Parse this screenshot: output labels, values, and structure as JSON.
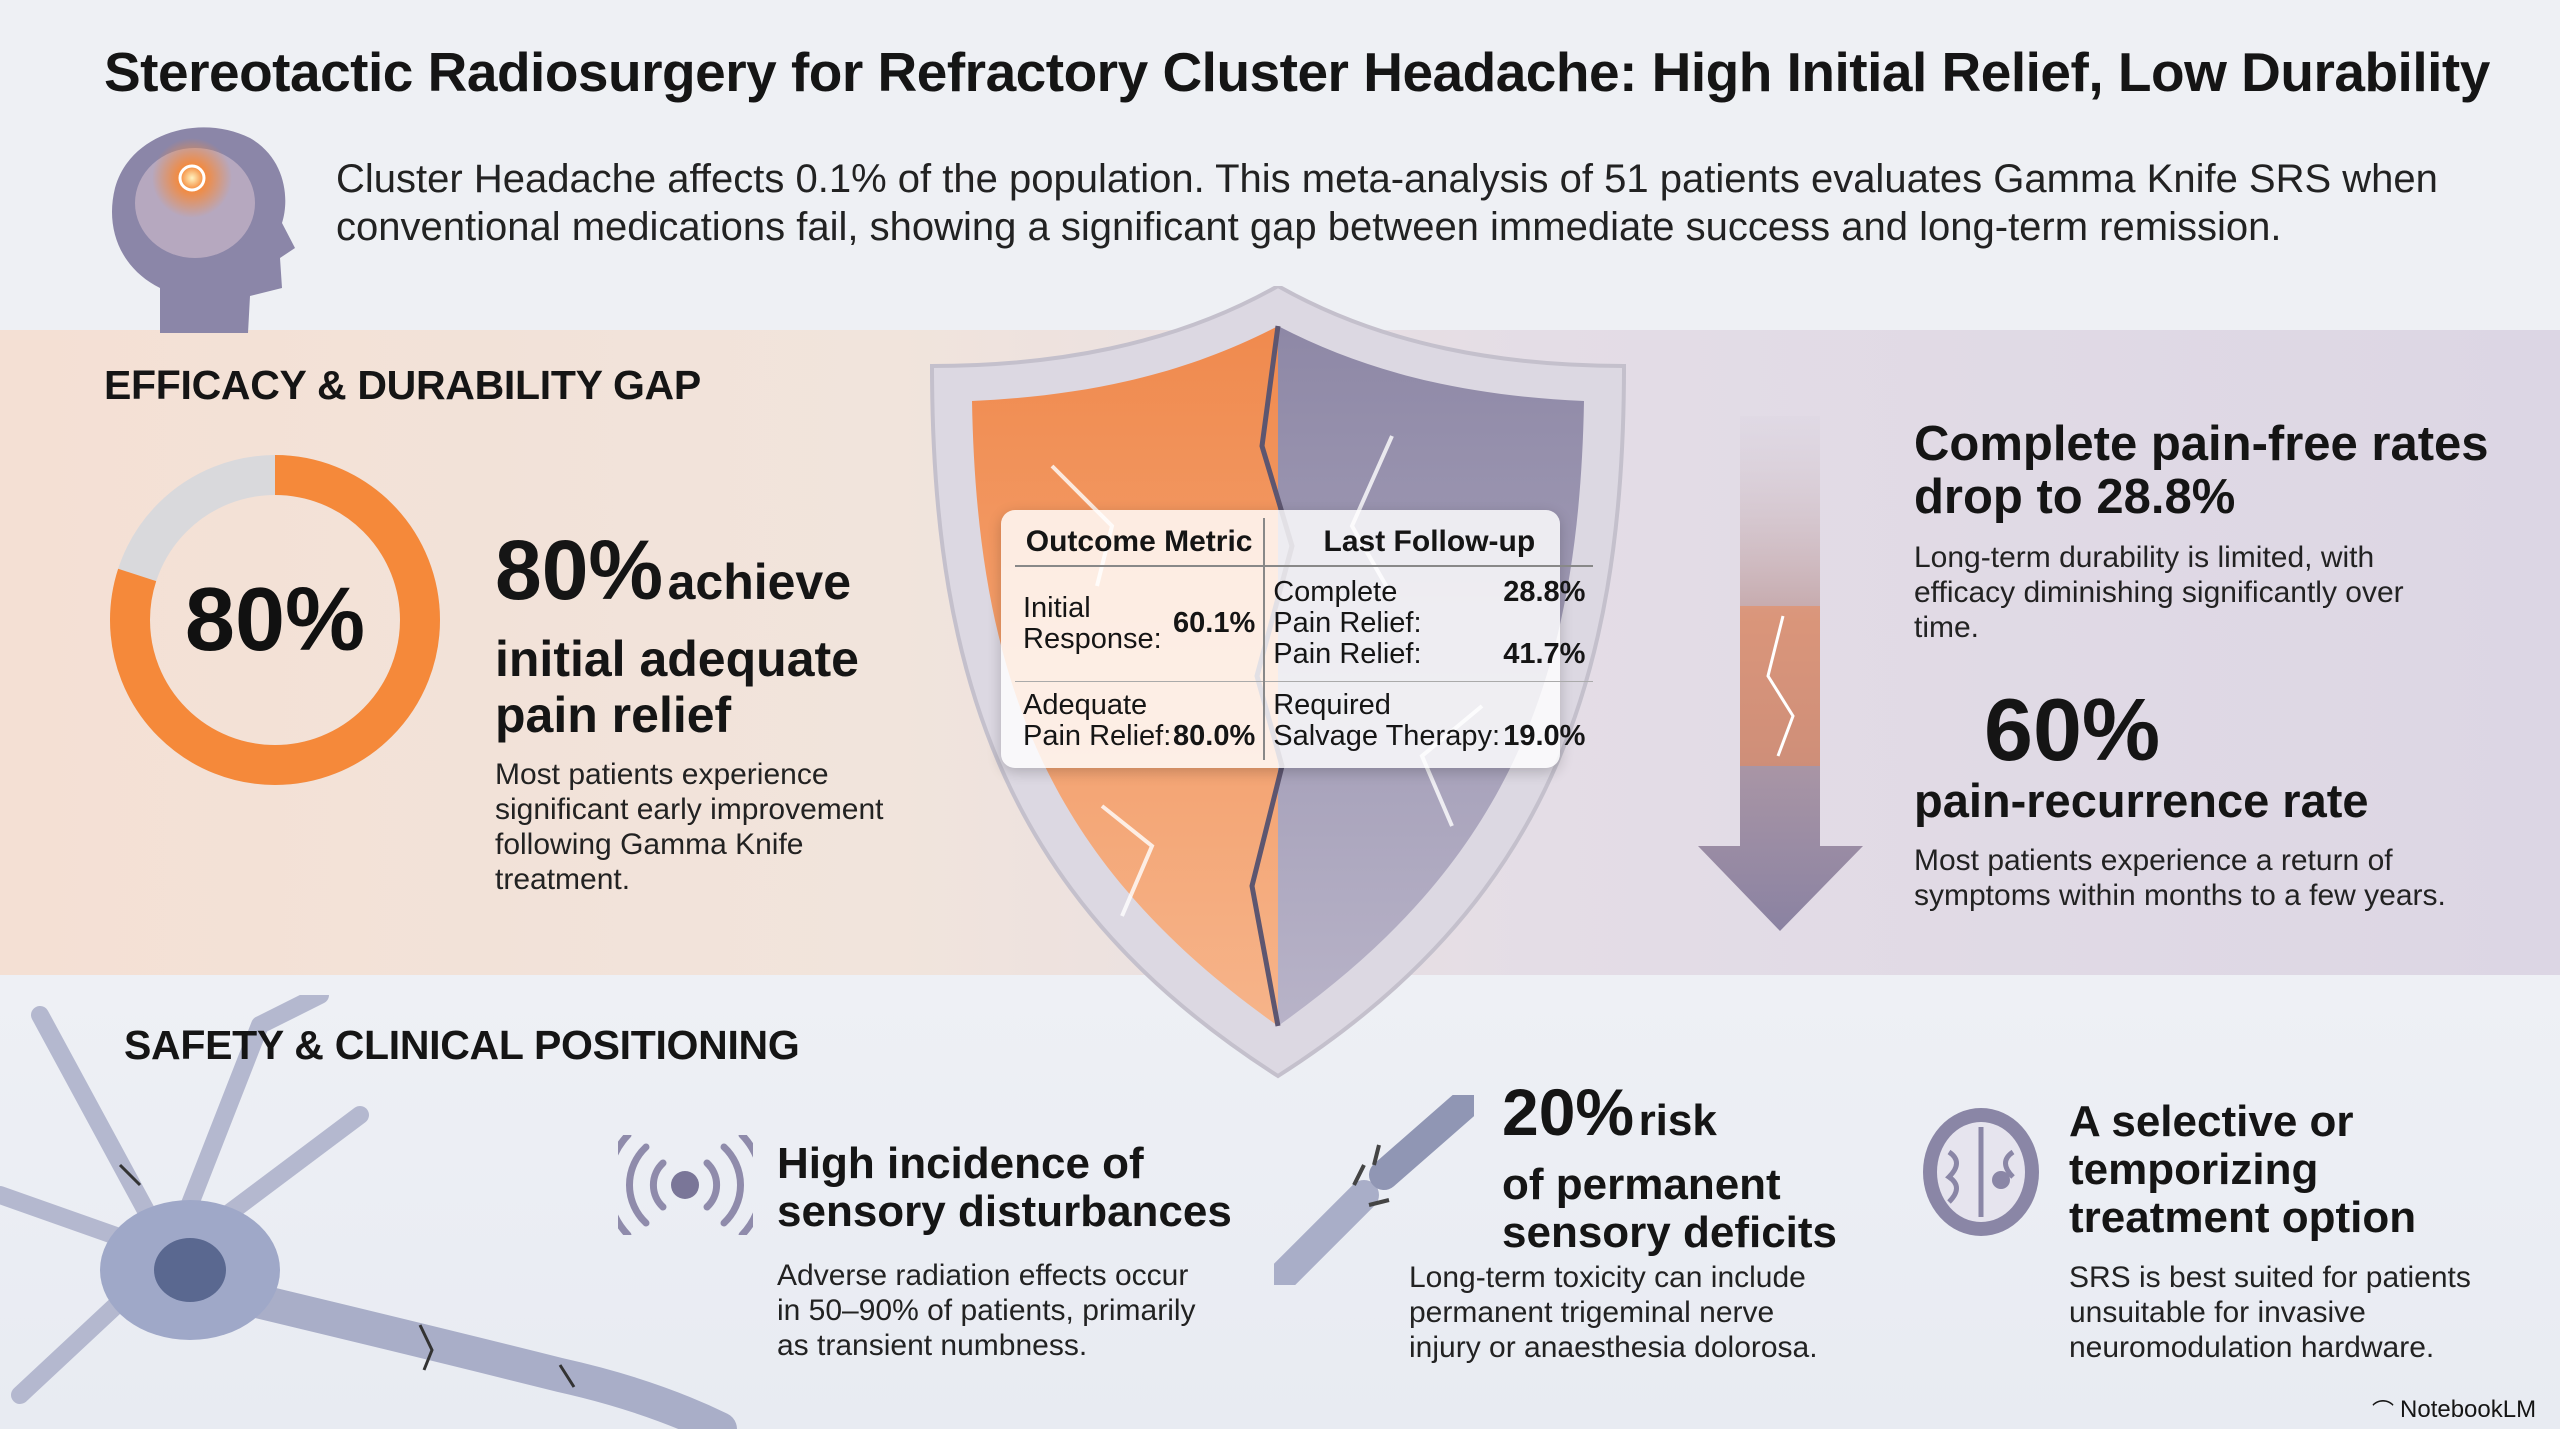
{
  "title": "Stereotactic Radiosurgery for Refractory Cluster Headache: High Initial Relief, Low Durability",
  "intro": "Cluster Headache affects 0.1% of the population. This meta-analysis of 51 patients evaluates Gamma Knife SRS when conventional medications fail, showing a significant gap between immediate success and long-term remission.",
  "efficacy": {
    "heading": "EFFICACY & DURABILITY GAP",
    "donut_label": "80%",
    "donut_fraction": 0.8,
    "stat_value": "80%",
    "stat_word": "achieve",
    "stat_rest": "initial adequate pain relief",
    "stat_body": "Most patients experience significant early improvement following Gamma Knife treatment."
  },
  "table": {
    "headers": [
      "Outcome Metric",
      "Last Follow-up"
    ],
    "rows": [
      {
        "left_label": "Initial Response:",
        "left_value": "60.1%",
        "right_label": "Complete Pain Relief:",
        "right_value": "28.8%",
        "right_label2": "Pain Relief:",
        "right_value2": "41.7%"
      },
      {
        "left_label": "Adequate Pain Relief:",
        "left_value": "80.0%",
        "right_label": "Required Salvage Therapy:",
        "right_value": "19.0%"
      }
    ]
  },
  "durability": {
    "drop_title": "Complete pain-free rates drop to 28.8%",
    "drop_body": "Long-term durability is limited, with efficacy diminishing significantly over time.",
    "recur_value": "60%",
    "recur_label": "pain-recurrence rate",
    "recur_body": "Most patients experience a return of symptoms within months to a few years."
  },
  "safety": {
    "heading": "SAFETY & CLINICAL POSITIONING",
    "items": [
      {
        "title": "High incidence of sensory disturbances",
        "body": "Adverse radiation effects occur in 50–90% of patients, primarily as transient numbness."
      },
      {
        "value": "20%",
        "value_suffix": "risk",
        "title": "of permanent sensory deficits",
        "body": "Long-term toxicity can include permanent trigeminal nerve injury or anaesthesia dolorosa."
      },
      {
        "title": "A selective or temporizing treatment option",
        "body": "SRS is best suited for patients unsuitable for invasive neuromodulation hardware."
      }
    ]
  },
  "footer": {
    "brand": "NotebookLM"
  },
  "colors": {
    "orange": "#f5893a",
    "purple": "#8a84a6",
    "grey": "#d9d9dc"
  }
}
